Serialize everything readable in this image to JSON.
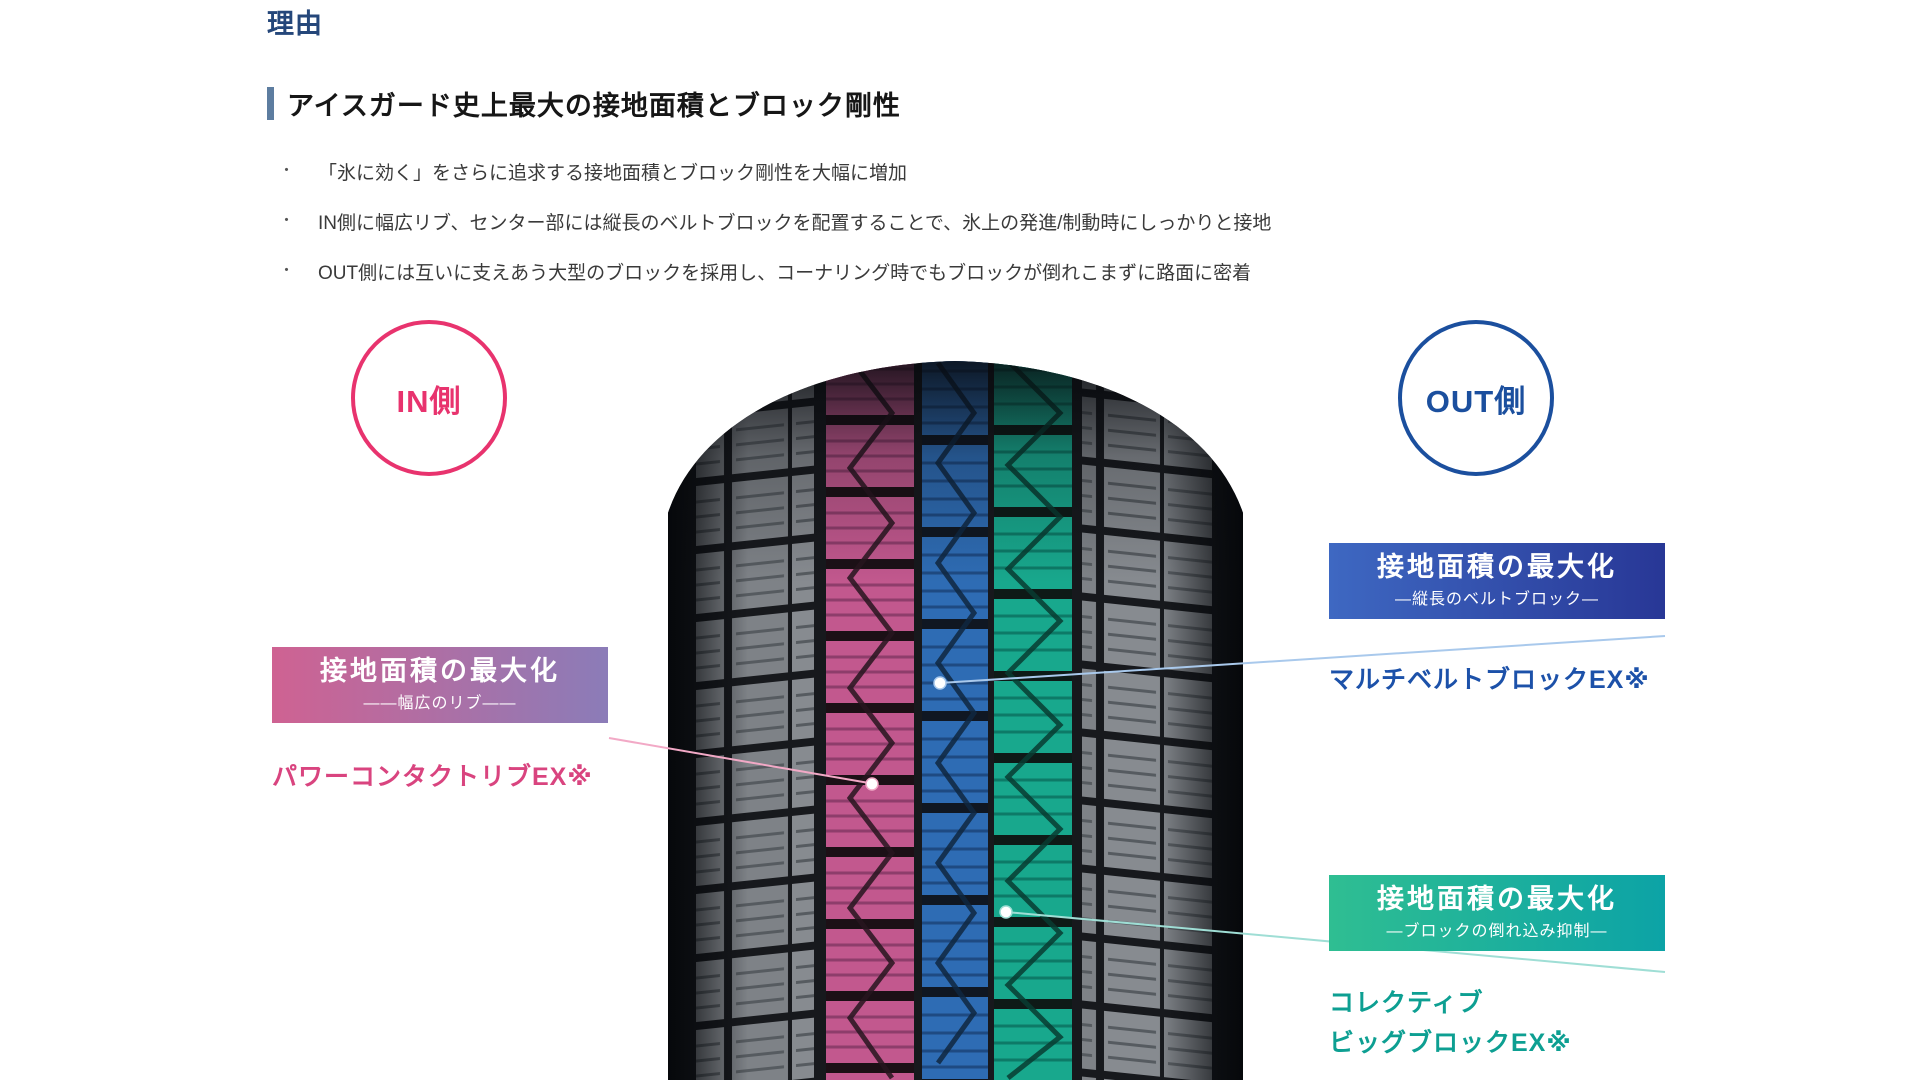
{
  "content": {
    "kicker": "理由",
    "heading": "アイスガード史上最大の接地面積とブロック剛性",
    "bullet_char": "・",
    "bullets": [
      "「氷に効く」をさらに追求する接地面積とブロック剛性を大幅に増加",
      "IN側に幅広リブ、センター部には縦長のベルトブロックを配置することで、氷上の発進/制動時にしっかりと接地",
      "OUT側には互いに支えあう大型のブロックを採用し、コーナリング時でもブロックが倒れこまずに路面に密着"
    ]
  },
  "badges": {
    "in_label": "IN側",
    "out_label": "OUT側"
  },
  "callouts": {
    "rib": {
      "title": "接地面積の最大化",
      "subtitle": "――幅広のリブ――",
      "caption": "パワーコンタクトリブEX※"
    },
    "belt": {
      "title": "接地面積の最大化",
      "subtitle": "―縦長のベルトブロック―",
      "caption": "マルチベルトブロックEX※"
    },
    "block": {
      "title": "接地面積の最大化",
      "subtitle": "―ブロックの倒れ込み抑制―",
      "caption_line1": "コレクティブ",
      "caption_line2": "ビッグブロックEX※"
    }
  },
  "colors": {
    "kicker_navy": "#25477a",
    "heading_accent_bar": "#5d7da0",
    "in_pink": "#e8336e",
    "out_blue": "#1b4f9e",
    "rib_gradient_start": "#cf6292",
    "rib_gradient_end": "#8b7cb8",
    "belt_gradient_start": "#3e68c2",
    "belt_gradient_end": "#283796",
    "block_gradient_start": "#2fbe92",
    "block_gradient_end": "#0ca3a6",
    "tread_pink": "#c2588e",
    "tread_blue": "#2e6cb4",
    "tread_teal": "#18a88d",
    "rib_caption_pink": "#d9447f",
    "belt_caption_blue": "#1c51a9",
    "block_caption_teal": "#0d9f92"
  }
}
